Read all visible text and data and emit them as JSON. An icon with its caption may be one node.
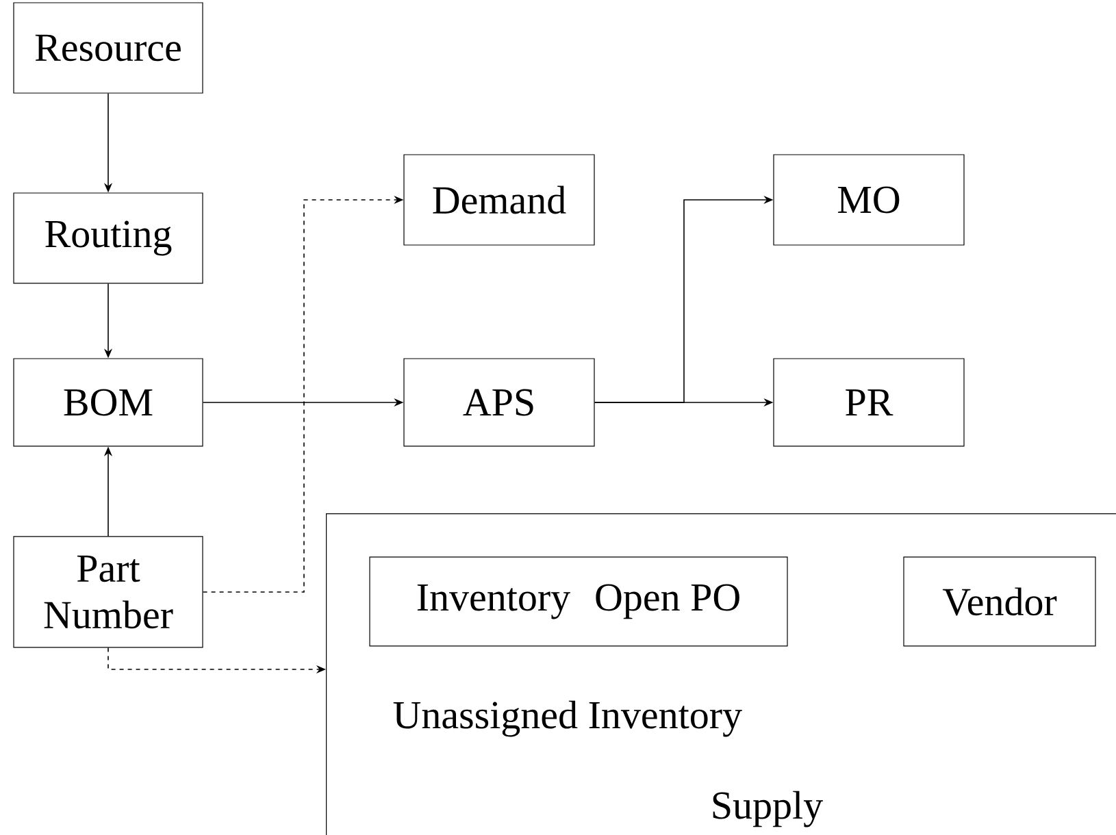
{
  "diagram": {
    "nodes": [
      {
        "text": [
          "Resource"
        ]
      },
      {
        "text": [
          "Routing"
        ]
      },
      {
        "text": [
          "BOM"
        ]
      },
      {
        "text": [
          "Part Number"
        ]
      },
      {
        "text": [
          "Demand"
        ]
      },
      {
        "text": [
          "APS"
        ]
      },
      {
        "text": [
          "MO"
        ]
      },
      {
        "text": [
          "PR"
        ]
      },
      {
        "text": [
          "Supply"
        ]
      },
      {
        "text": [
          "Inventory",
          "Open PO"
        ],
        "in": 8
      },
      {
        "text": [
          "Vendor"
        ],
        "in": 8
      }
    ],
    "edges": [
      {
        "from": 0,
        "to": 1,
        "arrow": "to"
      },
      {
        "from": 1,
        "to": 2,
        "arrow": "to"
      },
      {
        "from": 3,
        "to": 2,
        "arrow": "to"
      },
      {
        "from": 2,
        "to": 5,
        "arrow": "to"
      },
      {
        "from": 3,
        "to": 4,
        "arrow": "to",
        "style": "dashed"
      },
      {
        "from": 3,
        "to": 8,
        "arrow": "to",
        "style": "dashed"
      },
      {
        "from": 5,
        "to": 6,
        "arrow": "to"
      },
      {
        "from": 5,
        "to": 7,
        "arrow": "to"
      }
    ],
    "labels": [
      "Unassigned Inventory"
    ]
  }
}
